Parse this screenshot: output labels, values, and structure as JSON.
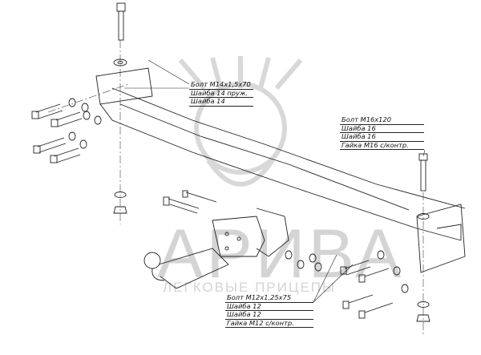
{
  "watermark": {
    "title": "АРИВА",
    "subtitle": "ЛЕГКОВЫЕ ПРИЦЕПЫ"
  },
  "specs": [
    {
      "items": [
        "Болт М14х1,5х70",
        "Шайба 14 пруж.",
        "Шайба 14"
      ]
    },
    {
      "items": [
        "Болт М16х120",
        "Шайба 16",
        "Шайба 16",
        "Гайка М16 с/контр."
      ]
    },
    {
      "items": [
        "Болт М12х1,25х75",
        "Шайба 12",
        "Шайба 12",
        "Гайка М12 с/контр."
      ]
    }
  ]
}
